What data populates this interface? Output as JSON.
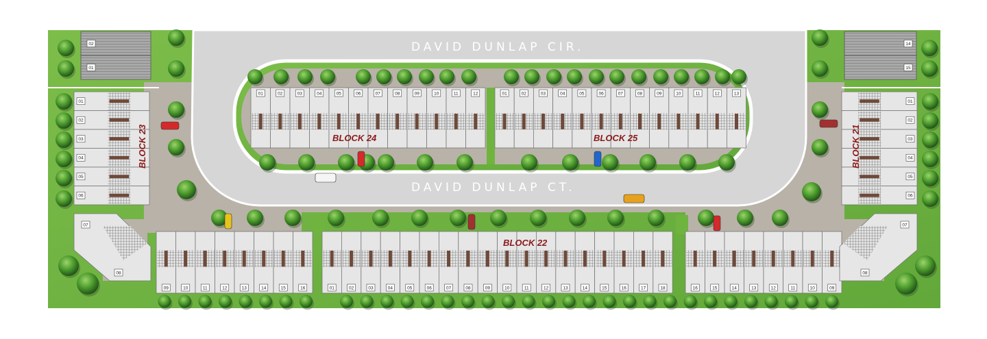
{
  "roads": {
    "north": "DAVID  DUNLAP  CIR.",
    "south": "DAVID  DUNLAP  CT."
  },
  "blocks": {
    "b21": {
      "label": "BLOCK 21",
      "units": [
        "01",
        "02",
        "03",
        "04",
        "05",
        "06",
        "07",
        "08"
      ]
    },
    "b22": {
      "label": "BLOCK 22",
      "west_units": [
        "09",
        "10",
        "11",
        "12",
        "13",
        "14",
        "15",
        "16"
      ],
      "middle_units": [
        "01",
        "02",
        "03",
        "04",
        "05",
        "06",
        "07",
        "08",
        "09",
        "10",
        "11",
        "12",
        "13",
        "14",
        "15",
        "16",
        "17",
        "18"
      ],
      "east_units": [
        "16",
        "15",
        "14",
        "13",
        "12",
        "11",
        "10",
        "09"
      ]
    },
    "b23": {
      "label": "BLOCK 23",
      "units": [
        "01",
        "02",
        "03",
        "04",
        "05",
        "06",
        "07",
        "08"
      ]
    },
    "b24": {
      "label": "BLOCK 24",
      "units": [
        "01",
        "02",
        "03",
        "04",
        "05",
        "06",
        "07",
        "08",
        "09",
        "10",
        "11",
        "12"
      ]
    },
    "b25": {
      "label": "BLOCK 25",
      "units": [
        "01",
        "02",
        "03",
        "04",
        "05",
        "06",
        "07",
        "08",
        "09",
        "10",
        "11",
        "12",
        "13"
      ]
    },
    "nw": {
      "units": [
        "02",
        "01"
      ]
    },
    "ne": {
      "units": [
        "14",
        "15"
      ]
    }
  },
  "colors": {
    "grass": "#6fb43f",
    "road": "#d6d6d6",
    "paving": "#b9b2a8",
    "roof": "#e6e6e6",
    "tree": "#3e8a24",
    "label": "#8b1a1a"
  }
}
